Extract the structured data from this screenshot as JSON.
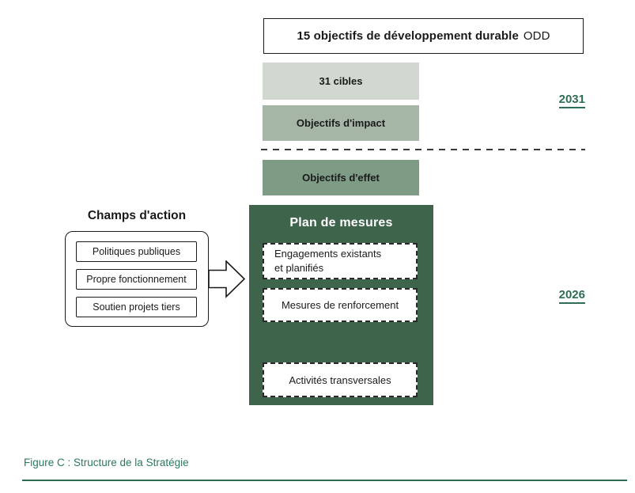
{
  "diagram": {
    "background": "#ffffff",
    "accent_color": "#2e6e54",
    "odd_title": {
      "main": "15 objectifs de développement durable",
      "suffix": "ODD"
    },
    "levels": [
      {
        "label": "31 cibles",
        "color": "#d0d8d0"
      },
      {
        "label": "Objectifs d'impact",
        "color": "#a5b6a7"
      },
      {
        "label": "Objectifs d'effet",
        "color": "#7e9b86"
      }
    ],
    "milestones": {
      "upper": "2031",
      "lower": "2026"
    },
    "plan": {
      "title": "Plan de mesures",
      "color": "#3f644c",
      "items": [
        {
          "label": "Engagements existants et planifiés",
          "lines": [
            "Engagements existants",
            "et planifiés"
          ]
        },
        {
          "label": "Mesures de renforcement"
        },
        {
          "label": "Activités transversales"
        }
      ]
    },
    "action_fields": {
      "title": "Champs d'action",
      "items": [
        {
          "label": "Politiques publiques"
        },
        {
          "label": "Propre fonctionnement"
        },
        {
          "label": "Soutien projets tiers"
        }
      ]
    },
    "caption": "Figure C : Structure de la Stratégie"
  }
}
